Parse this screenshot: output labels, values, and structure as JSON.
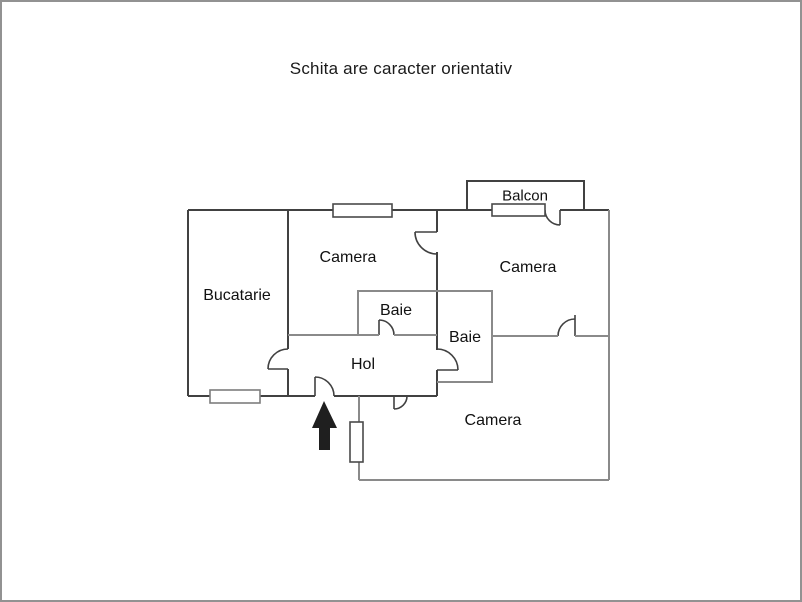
{
  "page": {
    "title": "Schita are caracter orientativ"
  },
  "floorplan": {
    "rooms": [
      {
        "id": "bucatarie",
        "label": "Bucatarie"
      },
      {
        "id": "camera-top-left",
        "label": "Camera"
      },
      {
        "id": "camera-top-right",
        "label": "Camera"
      },
      {
        "id": "baie-upper",
        "label": "Baie"
      },
      {
        "id": "baie-lower",
        "label": "Baie"
      },
      {
        "id": "hol",
        "label": "Hol"
      },
      {
        "id": "balcon",
        "label": "Balcon"
      },
      {
        "id": "camera-bottom",
        "label": "Camera"
      }
    ],
    "entrance_marker": "up-arrow",
    "colors": {
      "wall_dark": "#414141",
      "wall_gray": "#8a8a8a",
      "arrow": "#1f1f1f",
      "text": "#111111",
      "background": "#ffffff",
      "page_border": "#929292"
    }
  }
}
